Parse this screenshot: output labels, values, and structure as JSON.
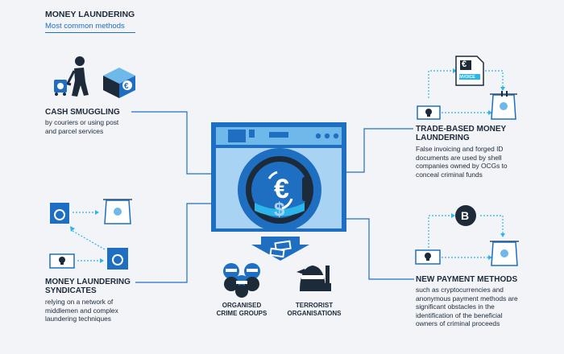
{
  "header": {
    "title": "MONEY LAUNDERING",
    "subtitle": "Most common methods"
  },
  "methods": {
    "cash_smuggling": {
      "title": "CASH SMUGGLING",
      "lines": [
        "by couriers or using post",
        "and parcel services"
      ]
    },
    "trade_based": {
      "title_lines": [
        "TRADE-BASED MONEY",
        "LAUNDERING"
      ],
      "lines": [
        "False invoicing and forged ID",
        "documents are used by shell",
        "companies owned by OCGs to",
        "conceal criminal funds"
      ]
    },
    "syndicates": {
      "title_lines": [
        "MONEY LAUNDERING",
        "SYNDICATES"
      ],
      "lines": [
        "relying on a network of",
        "middlemen and complex",
        "laundering techniques"
      ]
    },
    "new_payment": {
      "title": "NEW PAYMENT METHODS",
      "lines": [
        "such as cryptocurrencies and",
        "anonymous payment methods are",
        "significant obstacles in the",
        "identification of the beneficial",
        "owners of criminal proceeds"
      ]
    }
  },
  "outputs": {
    "crime_groups": [
      "ORGANISED",
      "CRIME GROUPS"
    ],
    "terrorist": [
      "TERRORIST",
      "ORGANISATIONS"
    ]
  },
  "icons": {
    "invoice_label": "INVOICE",
    "euro_symbol": "€",
    "bitcoin_symbol": "B"
  },
  "colors": {
    "dark": "#1c2a3a",
    "blue": "#1e6fc1",
    "light_blue": "#a9d3f2",
    "mid_blue": "#6fb8ea",
    "cyan": "#2bb5e8"
  }
}
